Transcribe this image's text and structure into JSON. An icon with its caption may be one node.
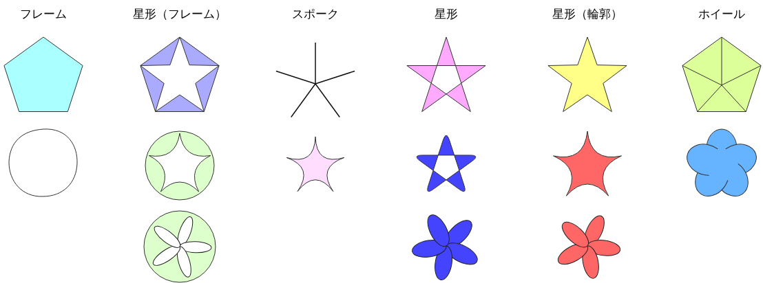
{
  "diagram": {
    "labels": [
      "フレーム",
      "星形（フレーム）",
      "スポーク",
      "星形",
      "星形（輪郭）",
      "ホイール"
    ]
  }
}
